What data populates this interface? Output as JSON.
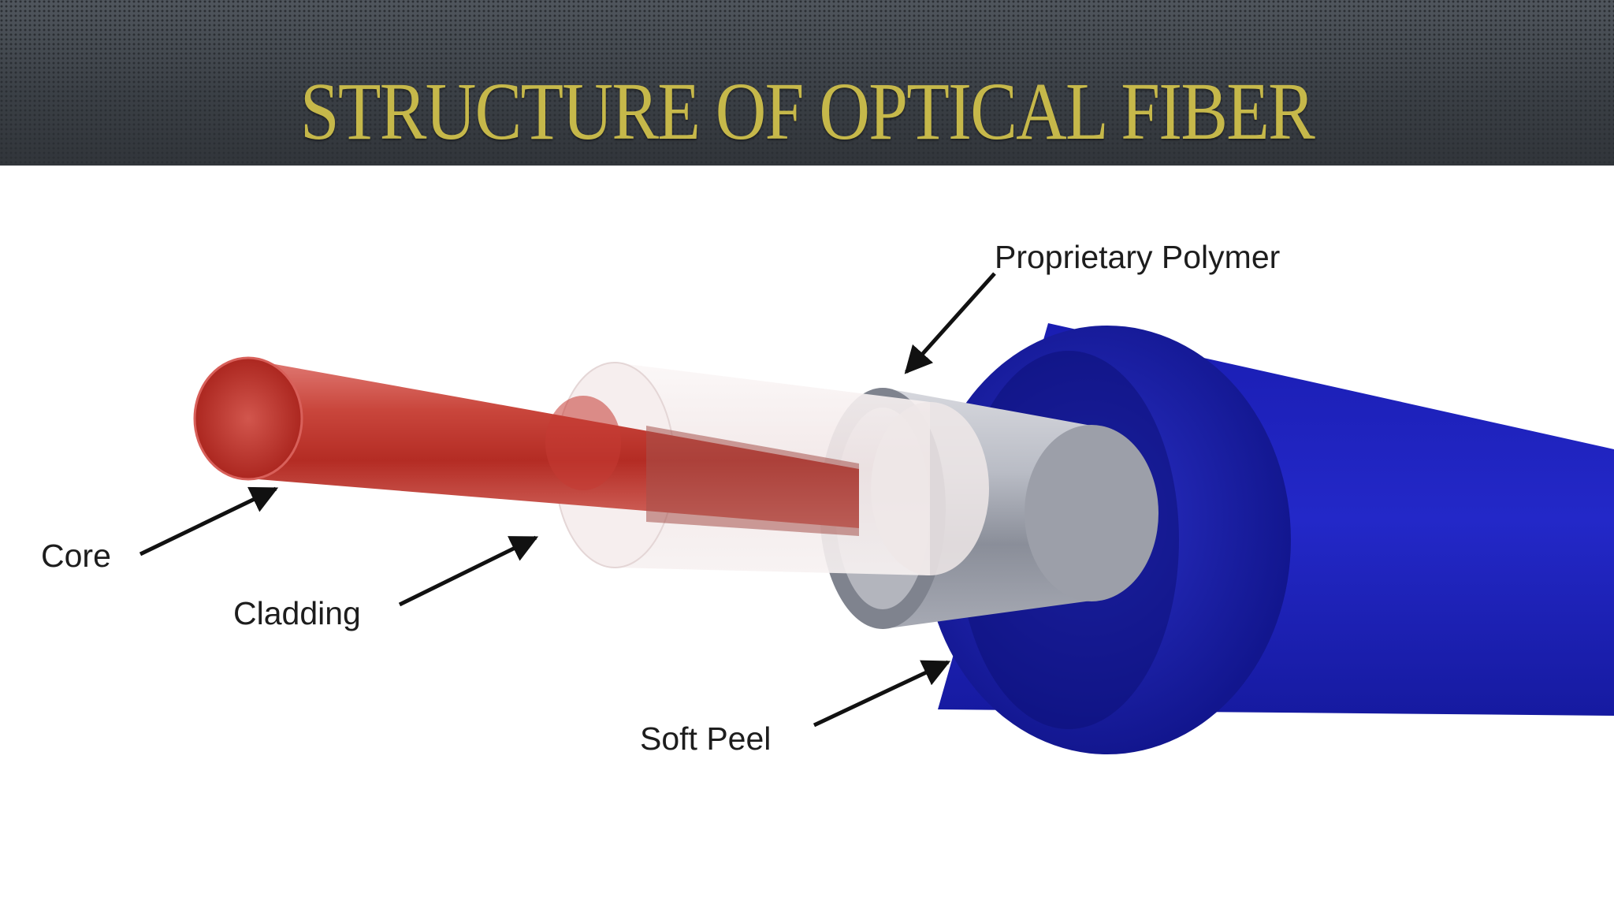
{
  "slide": {
    "title": "STRUCTURE OF OPTICAL FIBER"
  },
  "diagram": {
    "labels": {
      "core": "Core",
      "cladding": "Cladding",
      "soft_peel": "Soft Peel",
      "proprietary_polymer": "Proprietary Polymer"
    },
    "colors": {
      "core": "#c0392b",
      "cladding": "#f2eded",
      "polymer": "#9a9ea8",
      "soft_peel": "#1d22b5",
      "title": "#c6b84a"
    }
  }
}
